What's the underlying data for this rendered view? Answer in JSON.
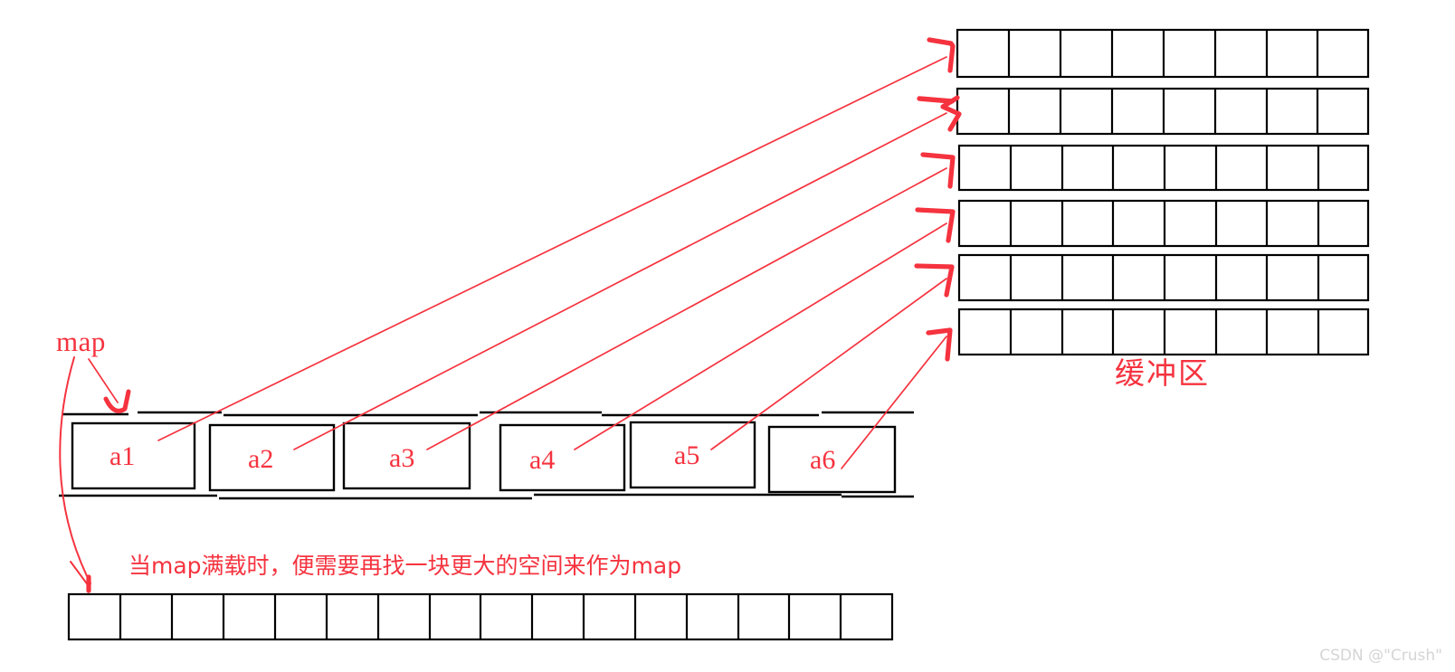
{
  "diagram": {
    "title_label": "map",
    "buffer_label": "缓冲区",
    "note_text": "当map满载时，便需要再找一块更大的空间来作为map",
    "watermark": "CSDN @\"Crush\"",
    "colors": {
      "annotation_red": "#f5333f",
      "structure_black": "#000000",
      "background": "#ffffff",
      "watermark_gray": "#d5d5d5"
    },
    "map_pointers": [
      {
        "label": "a1"
      },
      {
        "label": "a2"
      },
      {
        "label": "a3"
      },
      {
        "label": "a4"
      },
      {
        "label": "a5"
      },
      {
        "label": "a6"
      }
    ],
    "buffers": [
      {
        "index": 1,
        "cells": 8
      },
      {
        "index": 2,
        "cells": 8
      },
      {
        "index": 3,
        "cells": 8
      },
      {
        "index": 4,
        "cells": 8
      },
      {
        "index": 5,
        "cells": 8
      },
      {
        "index": 6,
        "cells": 8
      }
    ],
    "new_map_array": {
      "cells": 16
    }
  }
}
